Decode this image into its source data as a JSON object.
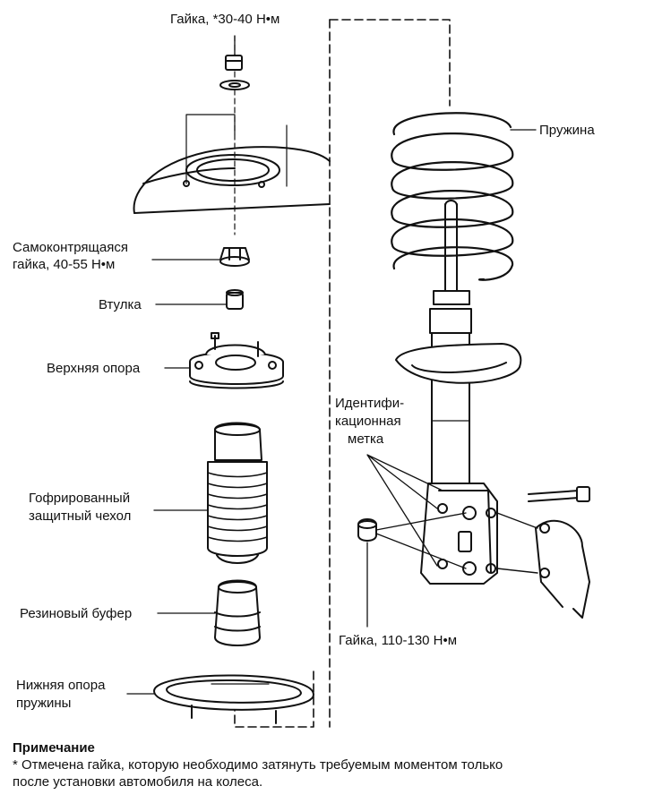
{
  "labels": {
    "top_nut": "Гайка, *30-40 Н•м",
    "self_lock_nut_1": "Самоконтрящаяся",
    "self_lock_nut_2": "гайка, 40-55 Н•м",
    "bushing": "Втулка",
    "upper_mount": "Верхняя опора",
    "boot_1": "Гофрированный",
    "boot_2": "защитный чехол",
    "bump_stop": "Резиновый буфер",
    "lower_seat_1": "Нижняя опора",
    "lower_seat_2": "пружины",
    "spring": "Пружина",
    "id_mark_1": "Идентифи-",
    "id_mark_2": "кационная",
    "id_mark_3": "метка",
    "bottom_nut": "Гайка, 110-130 Н•м"
  },
  "note": {
    "title": "Примечание",
    "line1": "* Отмечена гайка, которую необходимо затянуть требуемым моментом только",
    "line2": "после установки автомобиля на колеса."
  }
}
